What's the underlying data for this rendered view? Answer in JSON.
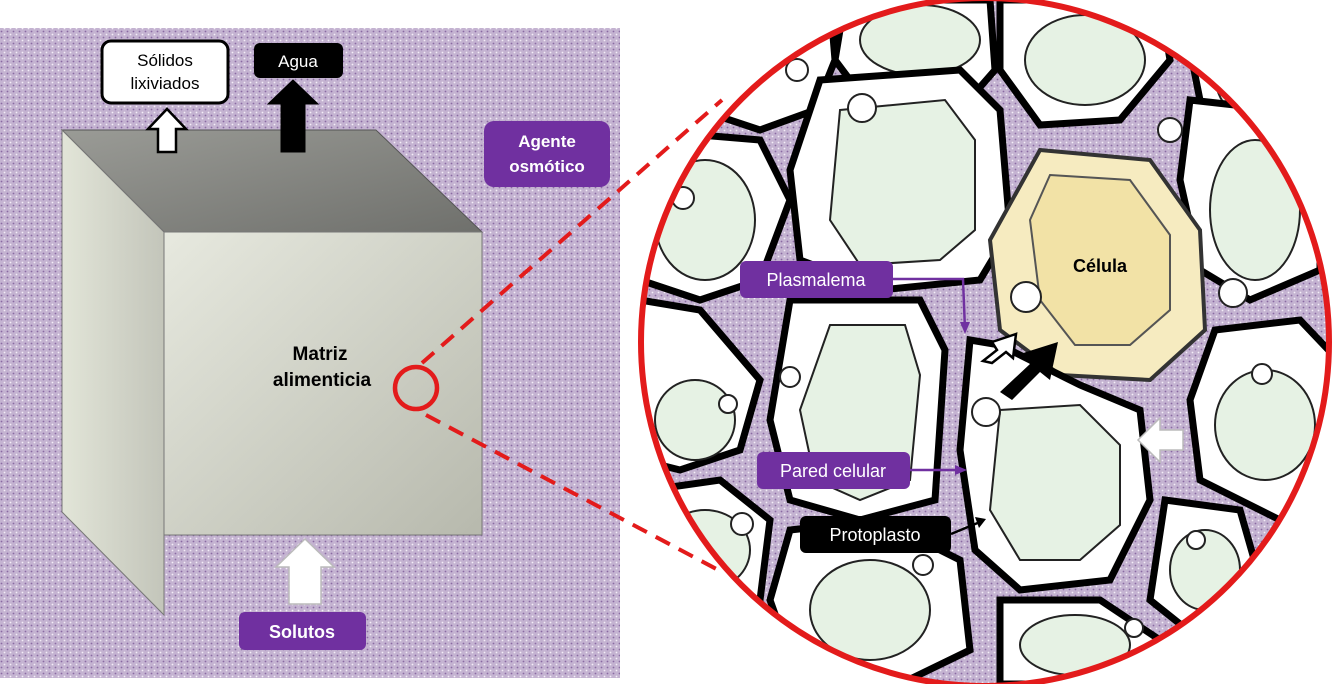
{
  "labels": {
    "solidos_line1": "Sólidos",
    "solidos_line2": "lixiviados",
    "agua": "Agua",
    "agente_line1": "Agente",
    "agente_line2": "osmótico",
    "matriz_line1": "Matriz",
    "matriz_line2": "alimenticia",
    "solutos": "Solutos",
    "plasmalema": "Plasmalema",
    "celula": "Célula",
    "pared_celular": "Pared celular",
    "protoplasto": "Protoplasto"
  },
  "colors": {
    "purple": "#7030a0",
    "red": "#e31b1b",
    "black": "#000000",
    "osmotic_medium": "#c9b8d6",
    "cytoplasm": "#e6f2e4",
    "highlight_cell": "#f6ebc0"
  }
}
